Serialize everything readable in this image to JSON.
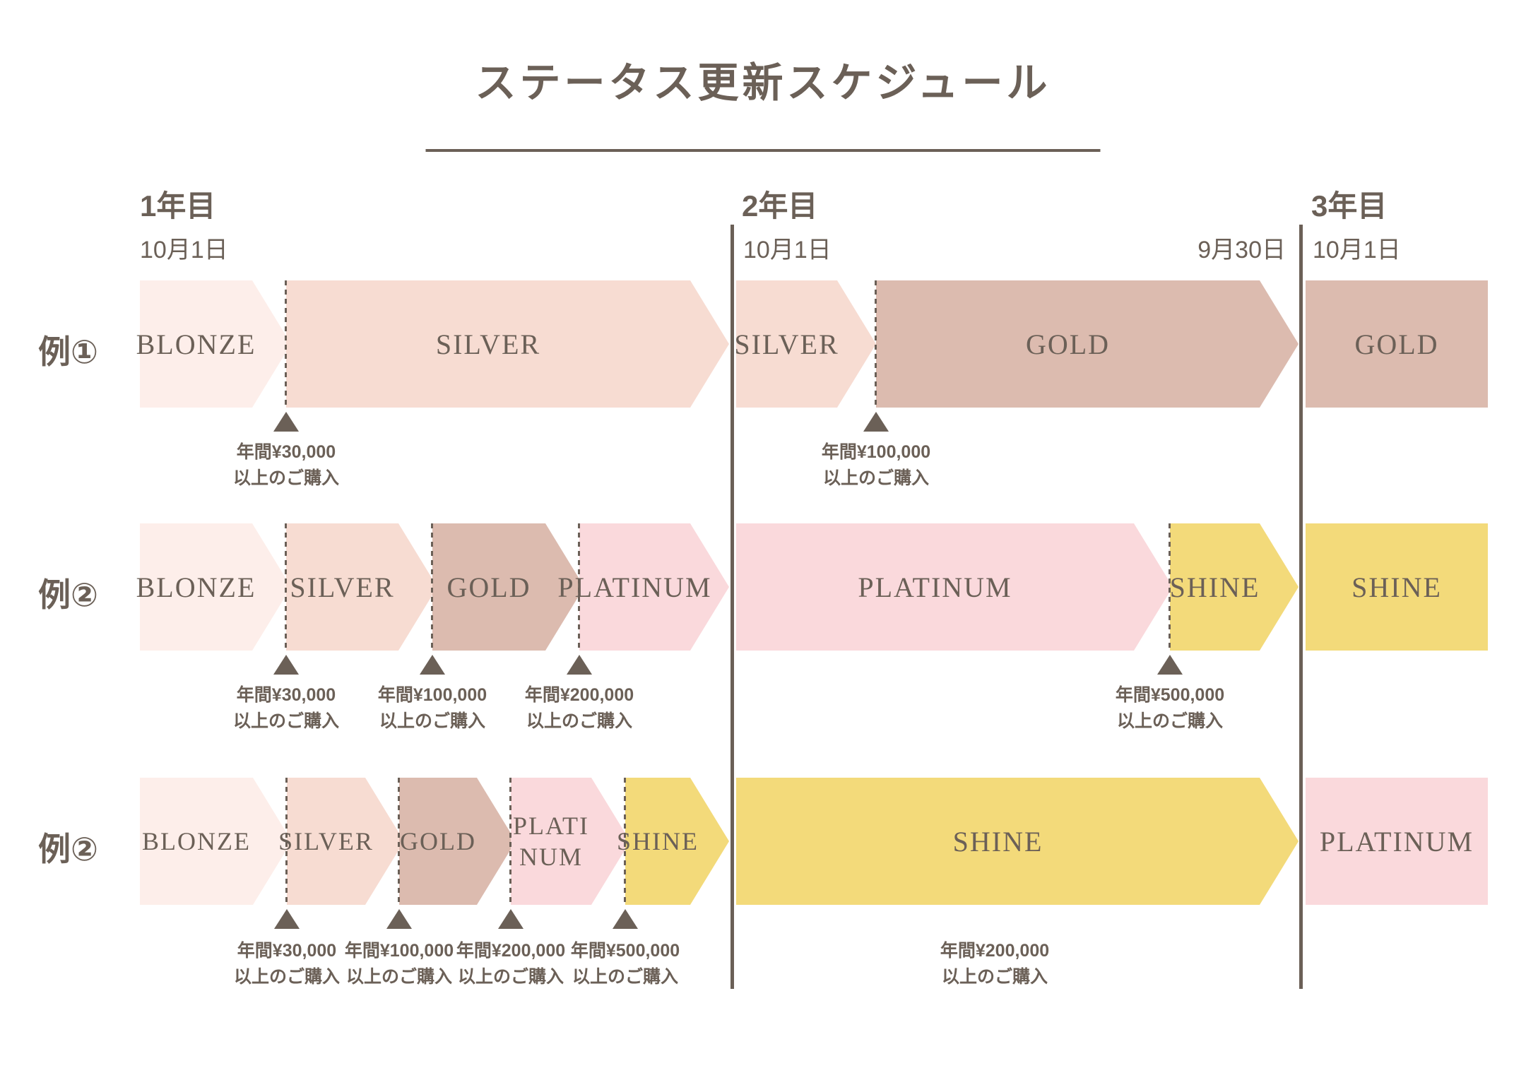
{
  "title": "ステータス更新スケジュール",
  "colors": {
    "text_brown": "#6b6057",
    "blonze": "#fdeeea",
    "silver": "#f7dcd2",
    "gold": "#dcbbaf",
    "platinum": "#fad9dc",
    "shine": "#f3da7a"
  },
  "years": {
    "y1": {
      "label": "1年目",
      "date": "10月1日"
    },
    "y2": {
      "label": "2年目",
      "date_start": "10月1日",
      "date_end": "9月30日"
    },
    "y3": {
      "label": "3年目",
      "date": "10月1日"
    }
  },
  "rows": [
    {
      "example": "例①",
      "segments": [
        {
          "label": "BLONZE"
        },
        {
          "label": "SILVER"
        },
        {
          "label": "SILVER"
        },
        {
          "label": "GOLD"
        },
        {
          "label": "GOLD"
        }
      ],
      "annotations": [
        {
          "line1": "年間¥30,000",
          "line2": "以上のご購入"
        },
        {
          "line1": "年間¥100,000",
          "line2": "以上のご購入"
        }
      ]
    },
    {
      "example": "例②",
      "segments": [
        {
          "label": "BLONZE"
        },
        {
          "label": "SILVER"
        },
        {
          "label": "GOLD"
        },
        {
          "label": "PLATINUM"
        },
        {
          "label": "PLATINUM"
        },
        {
          "label": "SHINE"
        },
        {
          "label": "SHINE"
        }
      ],
      "annotations": [
        {
          "line1": "年間¥30,000",
          "line2": "以上のご購入"
        },
        {
          "line1": "年間¥100,000",
          "line2": "以上のご購入"
        },
        {
          "line1": "年間¥200,000",
          "line2": "以上のご購入"
        },
        {
          "line1": "年間¥500,000",
          "line2": "以上のご購入"
        }
      ]
    },
    {
      "example": "例②",
      "segments": [
        {
          "label": "BLONZE"
        },
        {
          "label": "SILVER"
        },
        {
          "label": "GOLD"
        },
        {
          "label": "PLATI NUM"
        },
        {
          "label": "SHINE"
        },
        {
          "label": "SHINE"
        },
        {
          "label": "PLATINUM"
        }
      ],
      "annotations": [
        {
          "line1": "年間¥30,000",
          "line2": "以上のご購入"
        },
        {
          "line1": "年間¥100,000",
          "line2": "以上のご購入"
        },
        {
          "line1": "年間¥200,000",
          "line2": "以上のご購入"
        },
        {
          "line1": "年間¥500,000",
          "line2": "以上のご購入"
        },
        {
          "line1": "年間¥200,000",
          "line2": "以上のご購入"
        }
      ]
    }
  ]
}
